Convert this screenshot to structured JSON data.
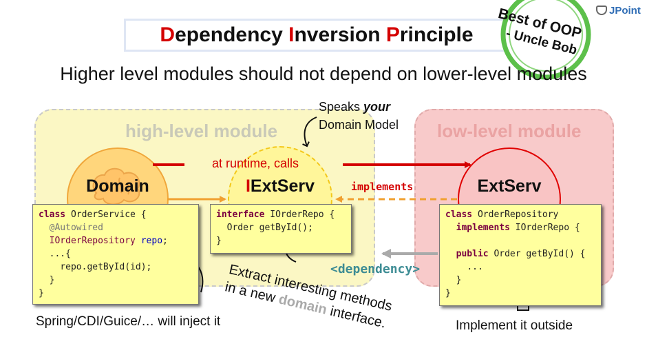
{
  "title": {
    "first": "D",
    "first_rest": "ependency ",
    "second": "I",
    "second_rest": "nversion ",
    "third": "P",
    "third_rest": "rinciple"
  },
  "subtitle": "Higher level modules should not depend on lower-level modules",
  "stamp": {
    "line1": "Best of OOP",
    "line2": "- Uncle Bob"
  },
  "logo": "JPoint",
  "modules": {
    "high": "high-level module",
    "low": "low-level module"
  },
  "speaks": {
    "line1_a": "Speaks ",
    "line1_b": "your",
    "line2": "Domain Model"
  },
  "runtime_label": "at runtime, calls",
  "implements_label": "implements",
  "dependency_label": "<dependency>",
  "circles": {
    "domain": "Domain",
    "iext_first": "I",
    "iext_rest": "ExtServ",
    "ext": "ExtServ"
  },
  "code_left": {
    "l1_kw": "class",
    "l1_rest": " OrderService {",
    "l2": "@Autowired",
    "l3_type": "IOrderRepository",
    "l3_field": "repo",
    "l3_end": ";",
    "l4": "...{",
    "l5": "repo.getById(id);",
    "l6": "}",
    "l7": "}"
  },
  "code_mid": {
    "l1_kw": "interface",
    "l1_rest": " IOrderRepo {",
    "l2": "Order getById();",
    "l3": "}"
  },
  "code_right": {
    "l1_kw": "class",
    "l1_rest": " OrderRepository",
    "l2_kw": "implements",
    "l2_rest": " IOrderRepo {",
    "l3_kw": "public",
    "l3_rest": " Order getById() {",
    "l4": "...",
    "l5": "}",
    "l6": "}"
  },
  "extract_note": {
    "line1": "Extract interesting methods",
    "line2_a": "in a new ",
    "line2_b": "domain",
    "line2_c": " interface."
  },
  "inject_note": "Spring/CDI/Guice/… will inject it",
  "implement_note": "Implement it outside",
  "colors": {
    "accent_red": "#d40000",
    "arrow_orange": "#f0a030",
    "dependency_teal": "#3d8c94",
    "note_yellow": "#ffff9e"
  }
}
